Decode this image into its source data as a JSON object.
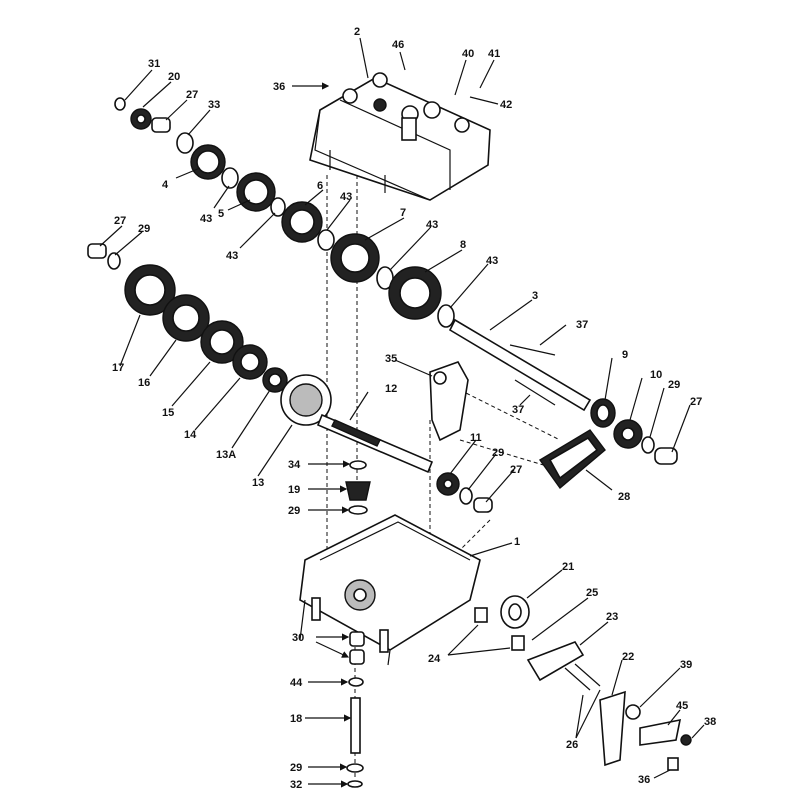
{
  "diagram": {
    "labels": {
      "l1": "1",
      "l2": "2",
      "l3": "3",
      "l4": "4",
      "l5": "5",
      "l6": "6",
      "l7": "7",
      "l8": "8",
      "l9": "9",
      "l10": "10",
      "l11": "11",
      "l12": "12",
      "l13": "13",
      "l13a": "13A",
      "l14": "14",
      "l15": "15",
      "l16": "16",
      "l17": "17",
      "l18": "18",
      "l19": "19",
      "l20": "20",
      "l21": "21",
      "l22": "22",
      "l23": "23",
      "l24": "24",
      "l25": "25",
      "l26": "26",
      "l27a": "27",
      "l27b": "27",
      "l27c": "27",
      "l27d": "27",
      "l28": "28",
      "l29a": "29",
      "l29b": "29",
      "l29c": "29",
      "l29d": "29",
      "l29e": "29",
      "l30": "30",
      "l31": "31",
      "l32": "32",
      "l33": "33",
      "l34": "34",
      "l35": "35",
      "l36a": "36",
      "l36b": "36",
      "l37a": "37",
      "l37b": "37",
      "l38": "38",
      "l39": "39",
      "l40": "40",
      "l41": "41",
      "l42": "42",
      "l43a": "43",
      "l43b": "43",
      "l43c": "43",
      "l43d": "43",
      "l43e": "43",
      "l44": "44",
      "l45": "45",
      "l46": "46"
    }
  }
}
